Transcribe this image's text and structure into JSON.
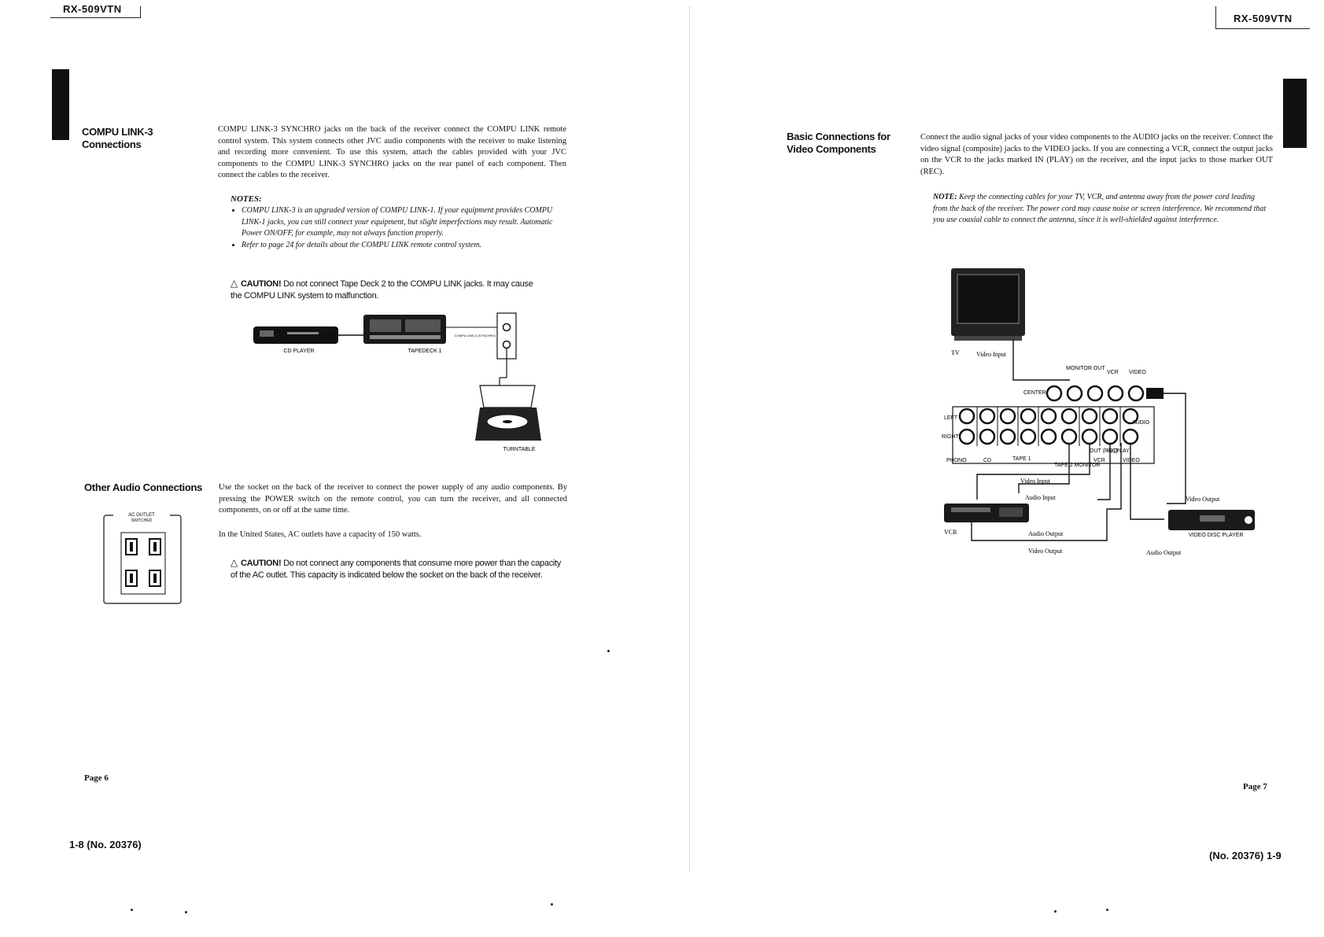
{
  "header": {
    "model_left": "RX-509VTN",
    "model_right": "RX-509VTN"
  },
  "left_page": {
    "compu_link": {
      "heading_line1": "COMPU LINK-3",
      "heading_line2": "Connections",
      "body": "COMPU LINK-3 SYNCHRO jacks on the back of the receiver connect the COMPU LINK remote control system. This system connects other JVC audio components with the receiver to make listening and recording more convenient. To use this system, attach the cables provided with your JVC components to the COMPU LINK-3 SYNCHRO jacks on the rear panel of each component. Then connect the cables to the receiver.",
      "notes_title": "NOTES:",
      "notes": [
        "COMPU LINK-3 is an upgraded version of COMPU LINK-1. If your equipment provides COMPU LINK-1 jacks, you can still connect your equipment, but slight imperfections may result. Automatic Power ON/OFF, for example, may not always function properly.",
        "Refer to page 24 for details about the COMPU LINK remote control system."
      ],
      "caution_label": "CAUTION!",
      "caution_text": "Do not connect Tape Deck 2 to the COMPU LINK jacks. It may cause the COMPU LINK system to malfunction.",
      "diagram": {
        "cd_player": "CD PLAYER",
        "tapedeck": "TAPEDECK 1",
        "turntable": "TURNTABLE",
        "jack_label": "COMPU LINK-3 (SYNCHRO)"
      }
    },
    "other_audio": {
      "heading": "Other Audio Connections",
      "body1": "Use the socket on the back of the receiver to connect the power supply of any audio components. By pressing the POWER switch on the remote control, you can turn the receiver, and all connected components, on or off at the same time.",
      "body2": "In the United States, AC outlets have a capacity of 150 watts.",
      "caution_label": "CAUTION!",
      "caution_text": "Do not connect any components that consume more power than the capacity of the AC outlet. This capacity is indicated below the socket on the back of the receiver.",
      "outlet_label1": "AC OUTLET",
      "outlet_label2": "SWITCHED"
    },
    "page_label": "Page 6",
    "footer": "1-8 (No. 20376)"
  },
  "right_page": {
    "video": {
      "heading_line1": "Basic Connections for",
      "heading_line2": "Video Components",
      "body": "Connect the audio signal jacks of your video components to the AUDIO jacks on the receiver. Connect the video signal (composite) jacks to the VIDEO jacks. If you are connecting a VCR, connect the output jacks on the VCR to the jacks marked IN (PLAY) on the receiver, and the input jacks to those marker OUT (REC).",
      "note_label": "NOTE:",
      "note_text": "Keep the connecting cables for your TV, VCR, and antenna away from the power cord leading from the back of the receiver. The power cord may cause noise or screen interference. We recommend that you use coaxial cable to connect the antenna, since it is well-shielded against interference."
    },
    "diagram": {
      "tv": "TV",
      "video_input_tv": "Video Input",
      "monitor_out": "MONITOR OUT",
      "vcr_top": "VCR",
      "video_top": "VIDEO",
      "center_out": "CENTER OUT",
      "left": "LEFT",
      "right": "RIGHT",
      "phono": "PHONO",
      "cd": "CD",
      "tape1": "TAPE 1",
      "tape2_monitor": "TAPE 2 MONITOR",
      "vcr_bottom": "VCR",
      "video_bottom": "VIDEO",
      "audio": "AUDIO",
      "out_rec": "OUT (REC)",
      "in_play": "IN (PLAY)",
      "video_input": "Video Input",
      "audio_input": "Audio Input",
      "audio_output": "Audio Output",
      "video_output": "Video Output",
      "vcr_label": "VCR",
      "vdp_video_output": "Video Output",
      "vdp_label": "VIDEO DISC PLAYER",
      "vdp_audio_output": "Audio Output"
    },
    "page_label": "Page 7",
    "footer": "(No. 20376) 1-9"
  }
}
